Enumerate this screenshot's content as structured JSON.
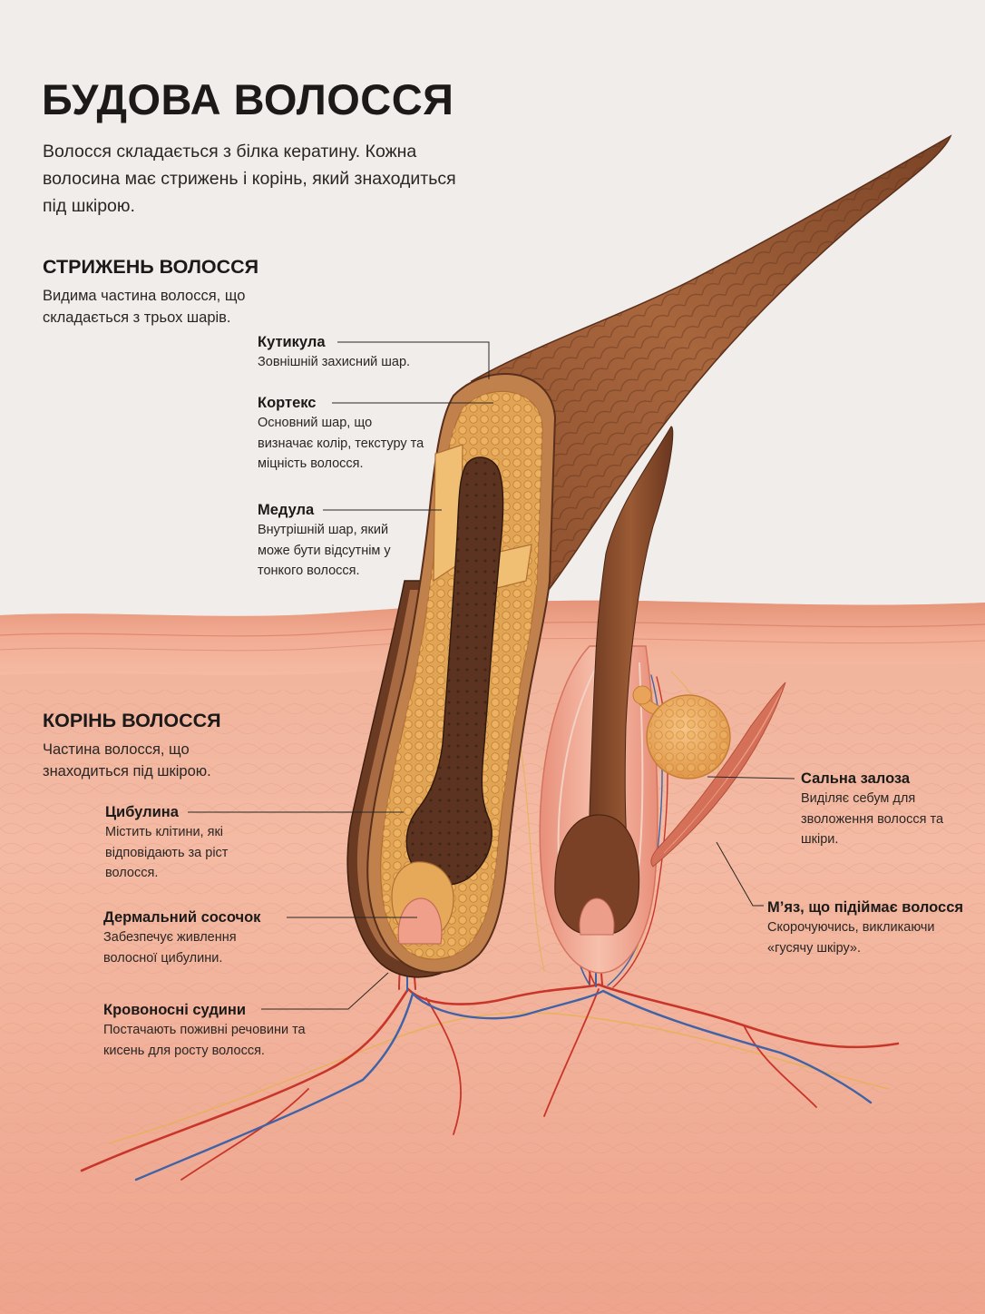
{
  "title": "БУДОВА ВОЛОССЯ",
  "intro": "Волосся складається з білка кератину. Кожна волосина має стрижень і корінь, який знаходиться під шкірою.",
  "shaft": {
    "heading": "СТРИЖЕНЬ ВОЛОССЯ",
    "description": "Видима частина волосся, що складається з трьох шарів."
  },
  "root": {
    "heading": "КОРІНЬ ВОЛОССЯ",
    "description": "Частина волосся, що знаходиться під шкірою."
  },
  "labels": {
    "cuticle": {
      "title": "Кутикула",
      "text": "Зовнішній захисний шар."
    },
    "cortex": {
      "title": "Кортекс",
      "text": "Основний шар, що визначає колір, текстуру та міцність волосся."
    },
    "medulla": {
      "title": "Медула",
      "text": "Внутрішній шар, який може бути відсутнім у тонкого волосся."
    },
    "bulb": {
      "title": "Цибулина",
      "text": "Містить клітини, які відповідають за ріст волосся."
    },
    "papilla": {
      "title": "Дермальний сосочок",
      "text": "Забезпечує живлення волосної цибулини."
    },
    "vessels": {
      "title": "Кровоносні судини",
      "text": "Постачають поживні речовини та кисень для росту волосся."
    },
    "sebaceous": {
      "title": "Сальна залоза",
      "text": "Виділяє себум для зволоження волосся та шкіри."
    },
    "muscle": {
      "title": "М’яз, що підіймає волосся",
      "text": "Скорочуючись, викликаючи «гусячу шкіру»."
    }
  },
  "colors": {
    "background": "#f1edea",
    "skin": "#f1b29c",
    "skin_deep": "#eea48d",
    "hair": "#8a4a2a",
    "cortex": "#e0a455",
    "medulla": "#5b3320",
    "artery": "#c8352a",
    "vein": "#3f63a6",
    "nerve": "#e5b251",
    "gland": "#eaa45a",
    "muscle": "#d4705a"
  }
}
